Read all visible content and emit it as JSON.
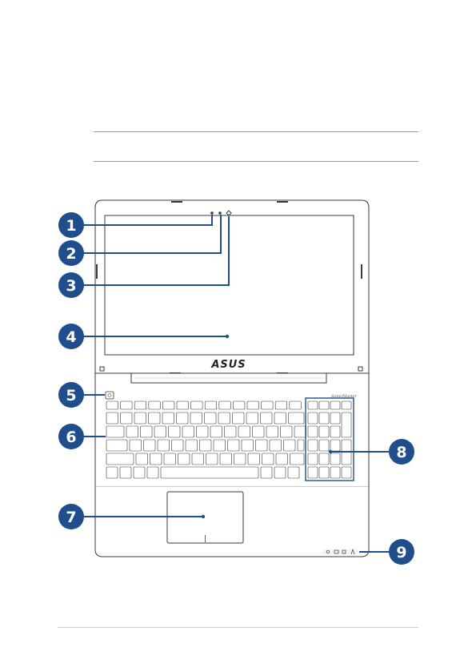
{
  "laptop": {
    "brand_logo": "ASUS",
    "keyboard_brand": "SonicMaster"
  },
  "callouts": [
    {
      "number": "1",
      "target": "camera-indicator"
    },
    {
      "number": "2",
      "target": "camera"
    },
    {
      "number": "3",
      "target": "ambient-light-sensor"
    },
    {
      "number": "4",
      "target": "display-panel"
    },
    {
      "number": "5",
      "target": "power-button"
    },
    {
      "number": "6",
      "target": "keyboard"
    },
    {
      "number": "7",
      "target": "touchpad"
    },
    {
      "number": "8",
      "target": "numeric-keypad"
    },
    {
      "number": "9",
      "target": "status-indicators"
    }
  ],
  "colors": {
    "callout_fill": "#1f4e8c",
    "leader_line": "#1f4e8c",
    "outline": "#3a3a3a"
  }
}
